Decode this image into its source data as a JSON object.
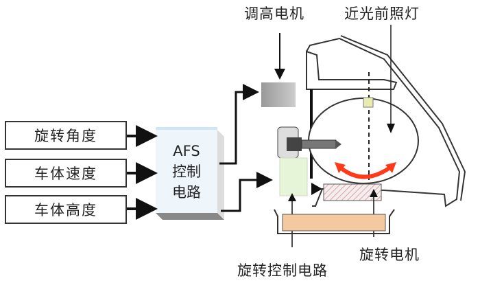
{
  "inputs": [
    {
      "label": "旋转角度"
    },
    {
      "label": "车体速度"
    },
    {
      "label": "车体高度"
    }
  ],
  "controller": {
    "line1": "AFS",
    "line2": "控制",
    "line3": "电路"
  },
  "callouts": {
    "height_motor": "调高电机",
    "low_beam": "近光前照灯",
    "rotation_motor": "旋转电机",
    "rotation_circuit": "旋转控制电路"
  },
  "colors": {
    "rotation_arrows": "#ff3a1a",
    "base_plate": "#f5c9a0",
    "controller_fill": "#eef6fc",
    "motor_gray": "#a9a9a9",
    "circuit_green": "#e6f5d8"
  }
}
